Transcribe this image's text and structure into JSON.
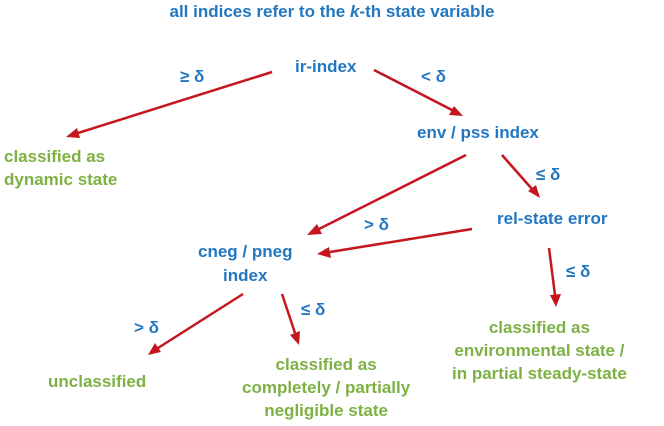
{
  "header": {
    "note_prefix": "all indices refer to the ",
    "note_k": "k",
    "note_suffix": "-th state variable"
  },
  "nodes": {
    "ir_index": "ir-index",
    "env_pss_index": "env / pss index",
    "rel_state_error": "rel-state error",
    "cneg_pneg_line1": "cneg / pneg",
    "cneg_pneg_line2": "index"
  },
  "outcomes": {
    "dynamic_line1": "classified as",
    "dynamic_line2": "dynamic state",
    "env_line1": "classified as",
    "env_line2": "environmental state /",
    "env_line3": "in partial steady-state",
    "unclassified": "unclassified",
    "negl_line1": "classified as",
    "negl_line2": "completely / partially",
    "negl_line3": "negligible state"
  },
  "edge_labels": {
    "ir_to_dynamic": "≥ δ",
    "ir_to_env": "< δ",
    "env_to_rel": "≤ δ",
    "rel_to_cneg": "> δ",
    "rel_to_envstate": "≤ δ",
    "cneg_to_unclassified": "> δ",
    "cneg_to_negligible": "≤ δ"
  },
  "colors": {
    "node_text": "#2277c0",
    "outcome_text": "#7db143",
    "arrow": "#c4161c"
  }
}
